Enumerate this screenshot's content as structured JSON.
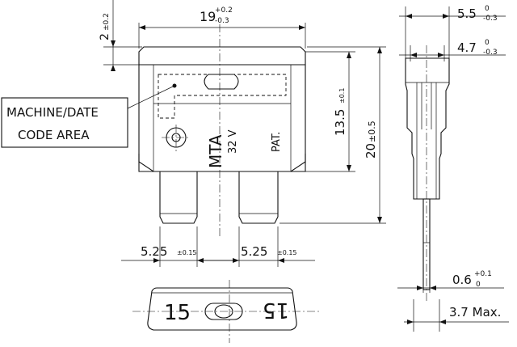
{
  "dimensions": {
    "width_nominal": "19",
    "width_tol_plus": "+0.2",
    "width_tol_minus": "-0.3",
    "top_offset": "2",
    "top_offset_tol": "±0.2",
    "body_height": "13.5",
    "body_height_tol": "±0.1",
    "total_height": "20",
    "total_height_tol": "±0.5",
    "blade_left": "5.25",
    "blade_left_tol": "±0.15",
    "blade_right": "5.25",
    "blade_right_tol": "±0.15",
    "side_width": "5.5",
    "side_width_tol_plus": "0",
    "side_width_tol_minus": "-0.3",
    "side_inner": "4.7",
    "side_inner_tol_plus": "0",
    "side_inner_tol_minus": "-0.3",
    "blade_thick": "0.6",
    "blade_thick_tol_plus": "+0.1",
    "blade_thick_tol_minus": "0",
    "max_thick": "3.7 Max."
  },
  "labels": {
    "machine_code_line1": "MACHINE/DATE",
    "machine_code_line2": "CODE AREA",
    "brand": "MTA",
    "voltage": "32 V",
    "patent": "PAT.",
    "rating_left": "15",
    "rating_right": "15"
  }
}
